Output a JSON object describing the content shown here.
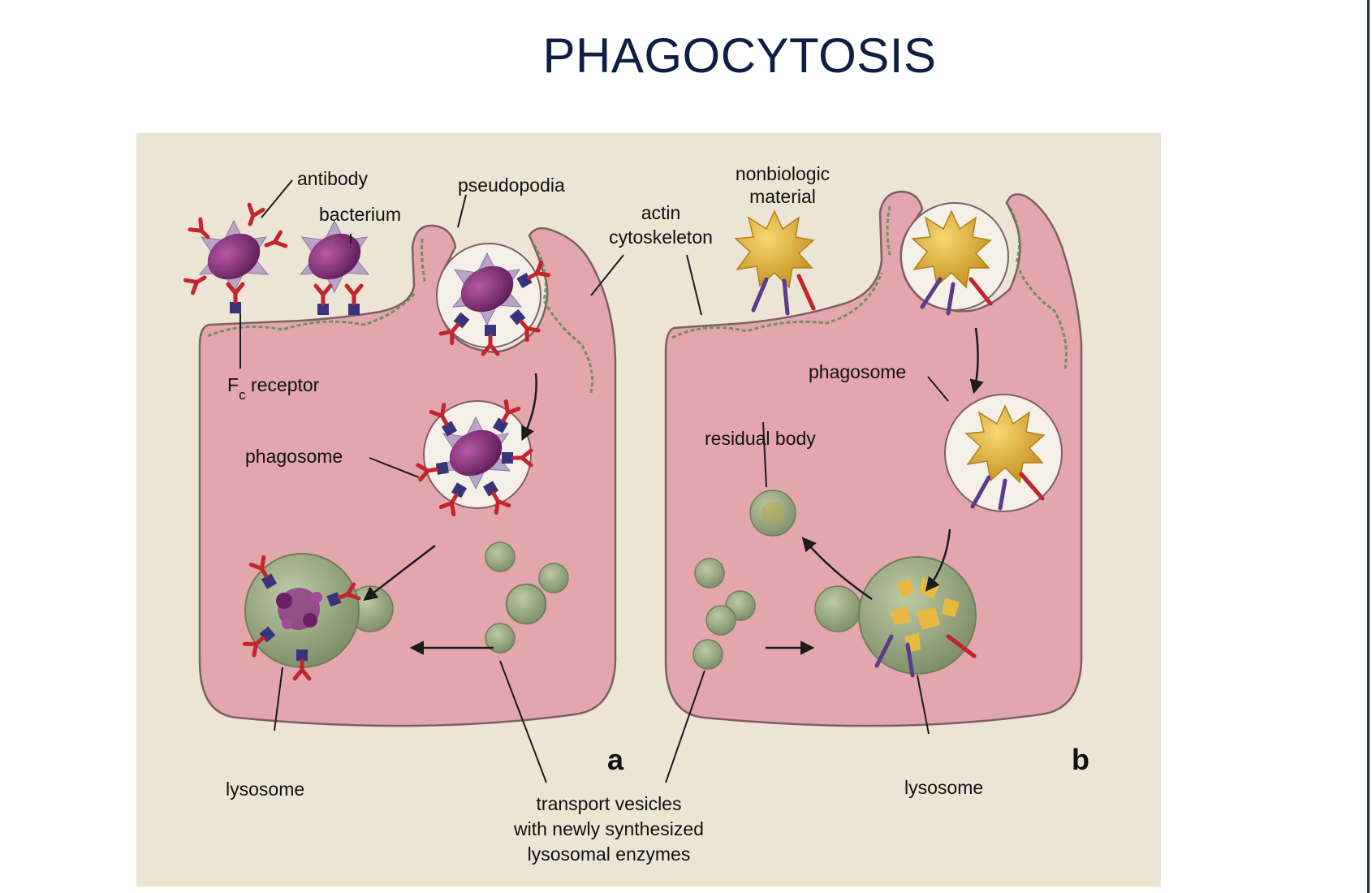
{
  "slide": {
    "title": "PHAGOCYTOSIS"
  },
  "panel_a": {
    "letter": "a",
    "labels": {
      "antibody": "antibody",
      "bacterium": "bacterium",
      "pseudopodia": "pseudopodia",
      "fc_receptor_main": "F",
      "fc_receptor_sub": "c",
      "fc_receptor_rest": " receptor",
      "phagosome": "phagosome",
      "lysosome": "lysosome"
    }
  },
  "panel_b": {
    "letter": "b",
    "labels": {
      "nonbiologic_line1": "nonbiologic",
      "nonbiologic_line2": "material",
      "phagosome": "phagosome",
      "residual_body": "residual body",
      "lysosome": "lysosome"
    }
  },
  "shared_labels": {
    "actin_line1": "actin",
    "actin_line2": "cytoskeleton",
    "transport_line1": "transport vesicles",
    "transport_line2": "with newly synthesized",
    "transport_line3": "lysosomal enzymes"
  },
  "colors": {
    "cell": "#e2a6ac",
    "membrane": "#7d6064",
    "paper": "#ece4d4",
    "bacterium": "#7a2870",
    "antibody": "#c4242c",
    "receptor": "#38347c",
    "lysosome": "#9cac86",
    "particle": "#e3b53c"
  }
}
